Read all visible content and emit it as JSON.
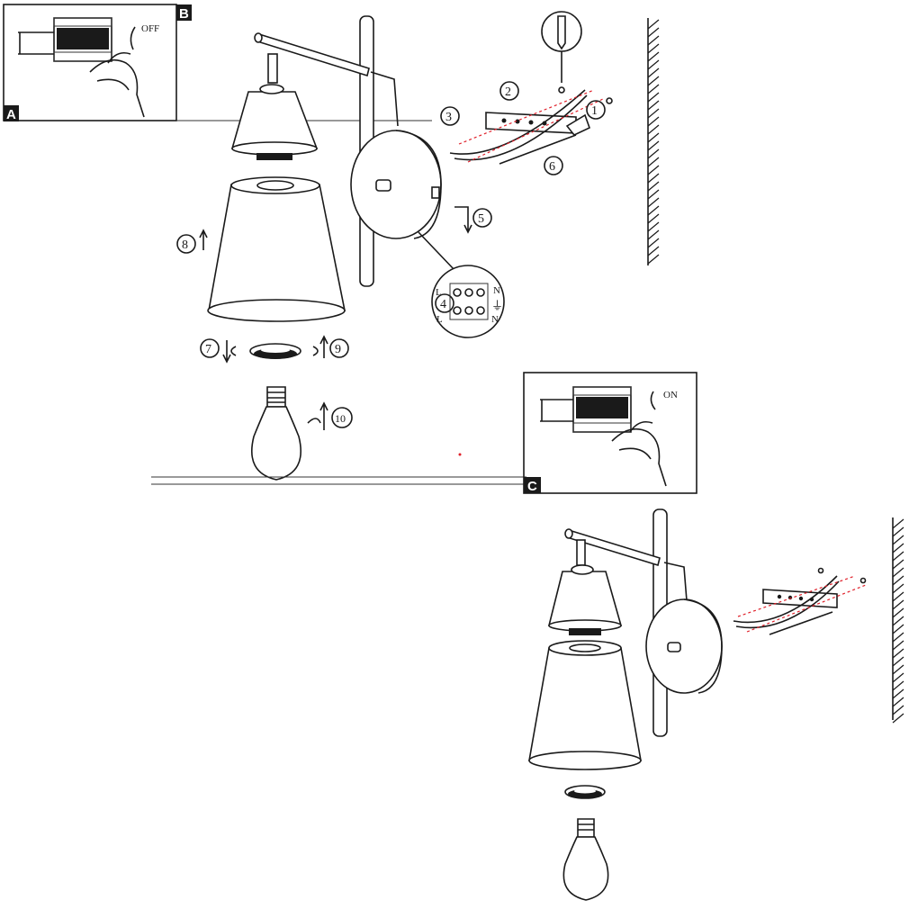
{
  "panels": {
    "a": {
      "letter": "A"
    },
    "b": {
      "letter": "B",
      "switch_state": "OFF"
    },
    "c": {
      "letter": "C",
      "switch_state": "ON"
    }
  },
  "steps": [
    "1",
    "2",
    "3",
    "4",
    "5",
    "6",
    "7",
    "8",
    "9",
    "10"
  ],
  "wiring": {
    "live_top": "L",
    "live_bottom": "L",
    "neutral_top": "N",
    "neutral_bottom": "N",
    "earth_symbol": "⏚"
  },
  "colors": {
    "line": "#1a1a1a",
    "screw_guide": "#e0202a",
    "background": "#ffffff"
  }
}
